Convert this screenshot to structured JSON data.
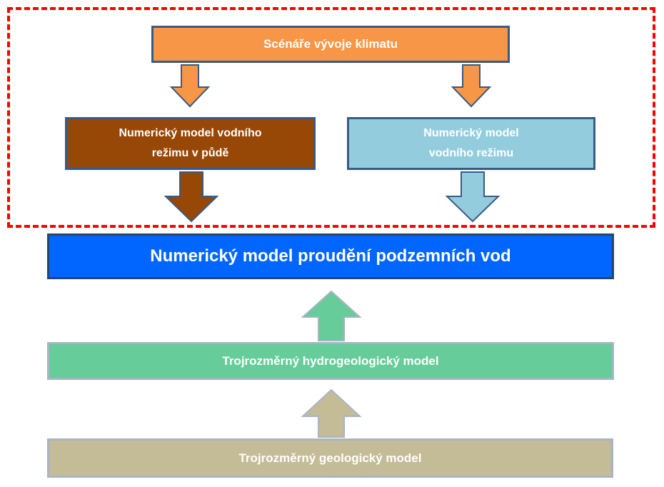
{
  "boxes": {
    "climate_scenarios": "Scénáře vývoje klimatu",
    "soil_model_line1": "Numerický model vodního",
    "soil_model_line2": "režimu v půdě",
    "water_model_line1": "Numerický model",
    "water_model_line2": "vodního režimu",
    "groundwater_model": "Numerický model proudění podzemních vod",
    "hydrogeological_model": "Trojrozměrný hydrogeologický model",
    "geological_model": "Trojrozměrný geologický model"
  },
  "colors": {
    "climate": "#f79646",
    "soil": "#974706",
    "water": "#93cddd",
    "groundwater": "#0066ff",
    "hydrogeological": "#66cc99",
    "geological": "#c4bc96",
    "dashed_frame": "#ff0000",
    "outline": "#395a85"
  }
}
